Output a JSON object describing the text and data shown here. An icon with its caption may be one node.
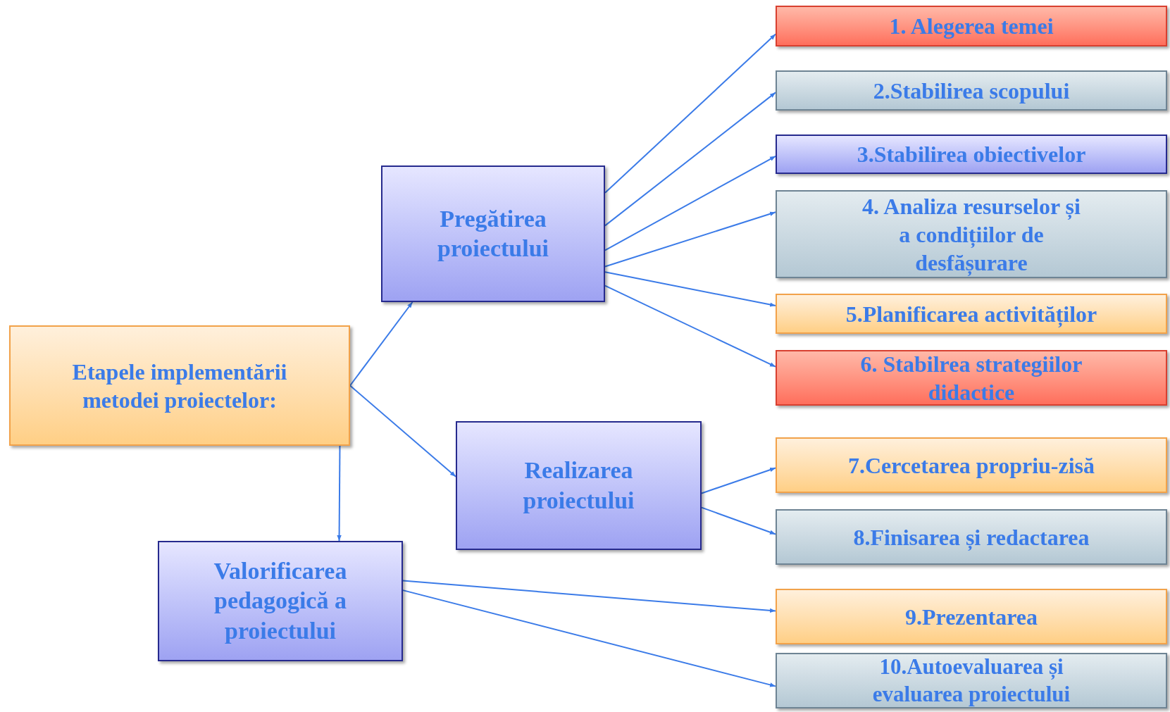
{
  "diagram": {
    "nodes": [
      {
        "text": [
          "Etapele implementării metodei proiectelor:"
        ]
      },
      {
        "text": [
          "Pregătirea proiectului"
        ]
      },
      {
        "text": [
          "Realizarea proiectului"
        ]
      },
      {
        "text": [
          "Valorificarea pedagogică a proiectului"
        ]
      },
      {
        "text": [
          "1. Alegerea temei"
        ]
      },
      {
        "text": [
          "2.Stabilirea scopului"
        ]
      },
      {
        "text": [
          "3.Stabilirea obiectivelor"
        ]
      },
      {
        "text": [
          "4. Analiza resurselor și a condițiilor de desfășurare"
        ]
      },
      {
        "text": [
          "5.Planificarea activităților"
        ]
      },
      {
        "text": [
          "6. Stabilrea strategiilor didactice"
        ]
      },
      {
        "text": [
          "7.Cercetarea propriu-zisă"
        ]
      },
      {
        "text": [
          "8.Finisarea și redactarea"
        ]
      },
      {
        "text": [
          "9.Prezentarea"
        ]
      },
      {
        "text": [
          "10.Autoevaluarea și evaluarea proiectului"
        ]
      }
    ],
    "edges": [
      {
        "from": 0,
        "to": 1,
        "arrow": "to"
      },
      {
        "from": 0,
        "to": 2,
        "arrow": "to"
      },
      {
        "from": 0,
        "to": 3,
        "arrow": "to"
      },
      {
        "from": 1,
        "to": 4,
        "arrow": "to"
      },
      {
        "from": 1,
        "to": 5,
        "arrow": "to"
      },
      {
        "from": 1,
        "to": 6,
        "arrow": "to"
      },
      {
        "from": 1,
        "to": 7,
        "arrow": "to"
      },
      {
        "from": 1,
        "to": 8,
        "arrow": "to"
      },
      {
        "from": 1,
        "to": 9,
        "arrow": "to"
      },
      {
        "from": 2,
        "to": 10,
        "arrow": "to"
      },
      {
        "from": 2,
        "to": 11,
        "arrow": "to"
      },
      {
        "from": 3,
        "to": 12,
        "arrow": "to"
      },
      {
        "from": 3,
        "to": 13,
        "arrow": "to"
      }
    ]
  }
}
